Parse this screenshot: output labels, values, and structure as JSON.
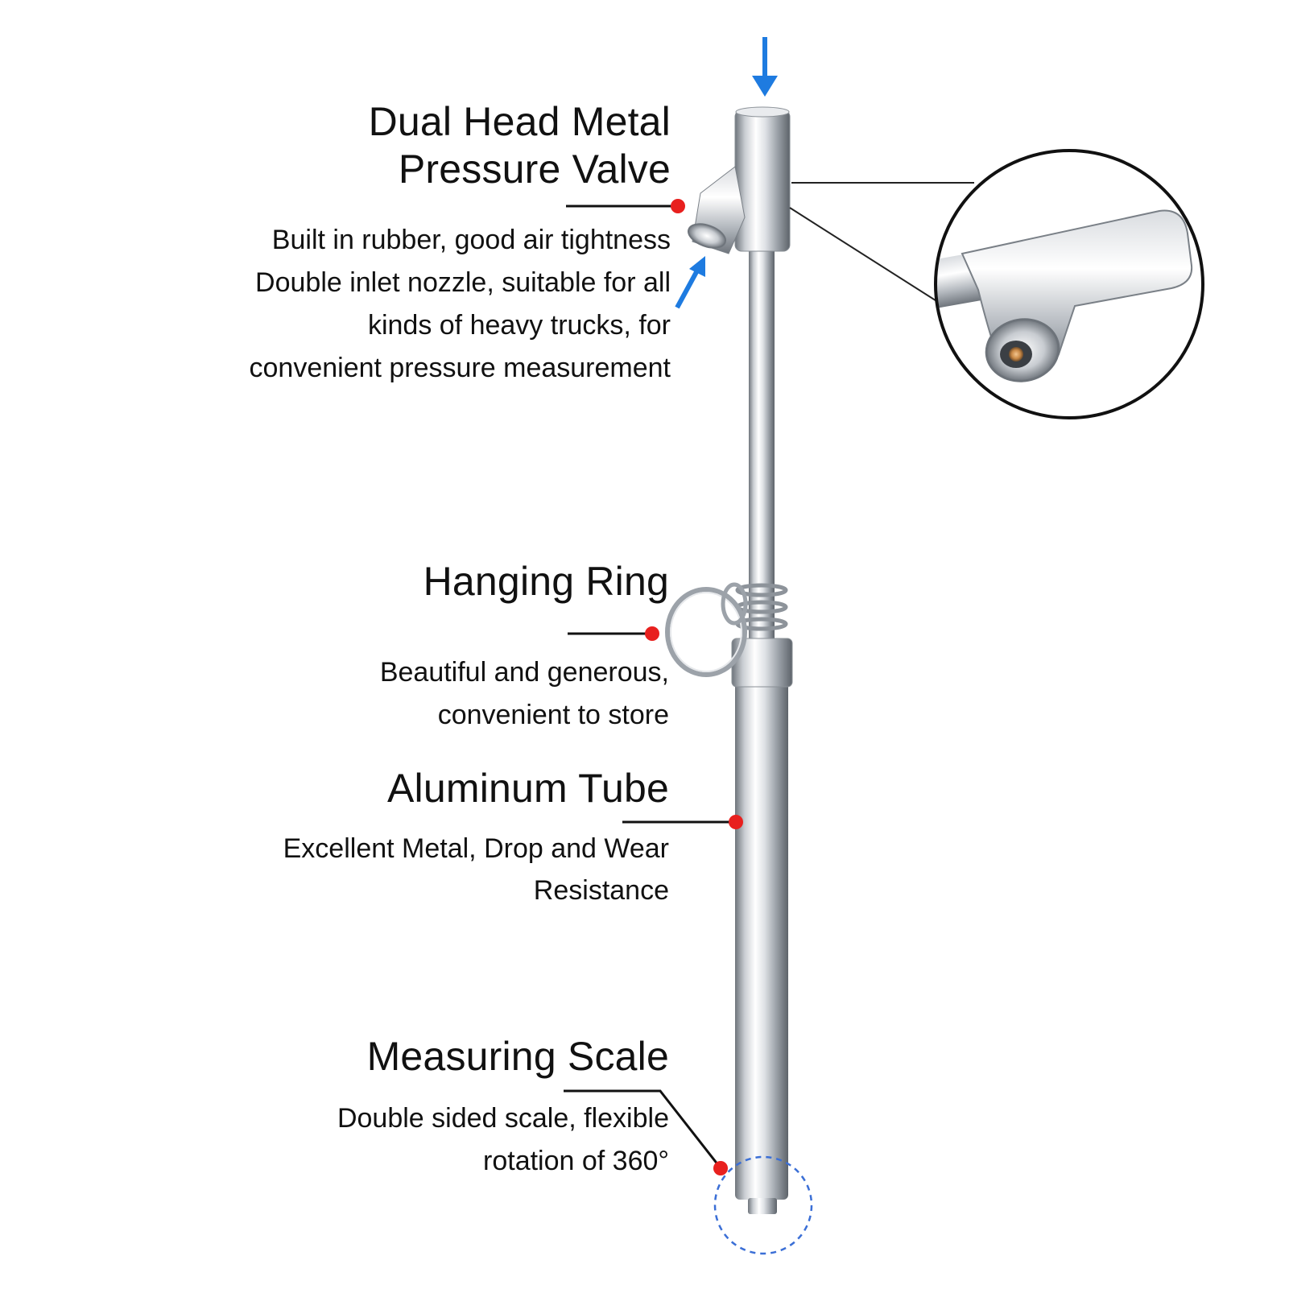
{
  "callouts": {
    "valve": {
      "title_line1": "Dual Head Metal",
      "title_line2": "Pressure Valve",
      "desc": [
        "Built in rubber, good air tightness",
        "Double inlet nozzle, suitable for all",
        "kinds of heavy trucks, for",
        "convenient pressure measurement"
      ]
    },
    "ring": {
      "title": "Hanging Ring",
      "desc": [
        "Beautiful and generous,",
        "convenient to store"
      ]
    },
    "tube": {
      "title": "Aluminum Tube",
      "desc": [
        "Excellent Metal, Drop and Wear",
        "Resistance"
      ]
    },
    "scale": {
      "title": "Measuring Scale",
      "desc": [
        "Double sided scale, flexible",
        "rotation of 360°"
      ]
    }
  },
  "colors": {
    "marker_dot": "#e8201e",
    "arrow_blue": "#1e7be0",
    "metal_light": "#f2f3f5",
    "metal_dark": "#7f858c",
    "text": "#111111"
  },
  "icons": [
    "down-arrow-icon",
    "diagonal-arrow-icon",
    "callout-dot-icon",
    "magnifier-circle-icon"
  ]
}
